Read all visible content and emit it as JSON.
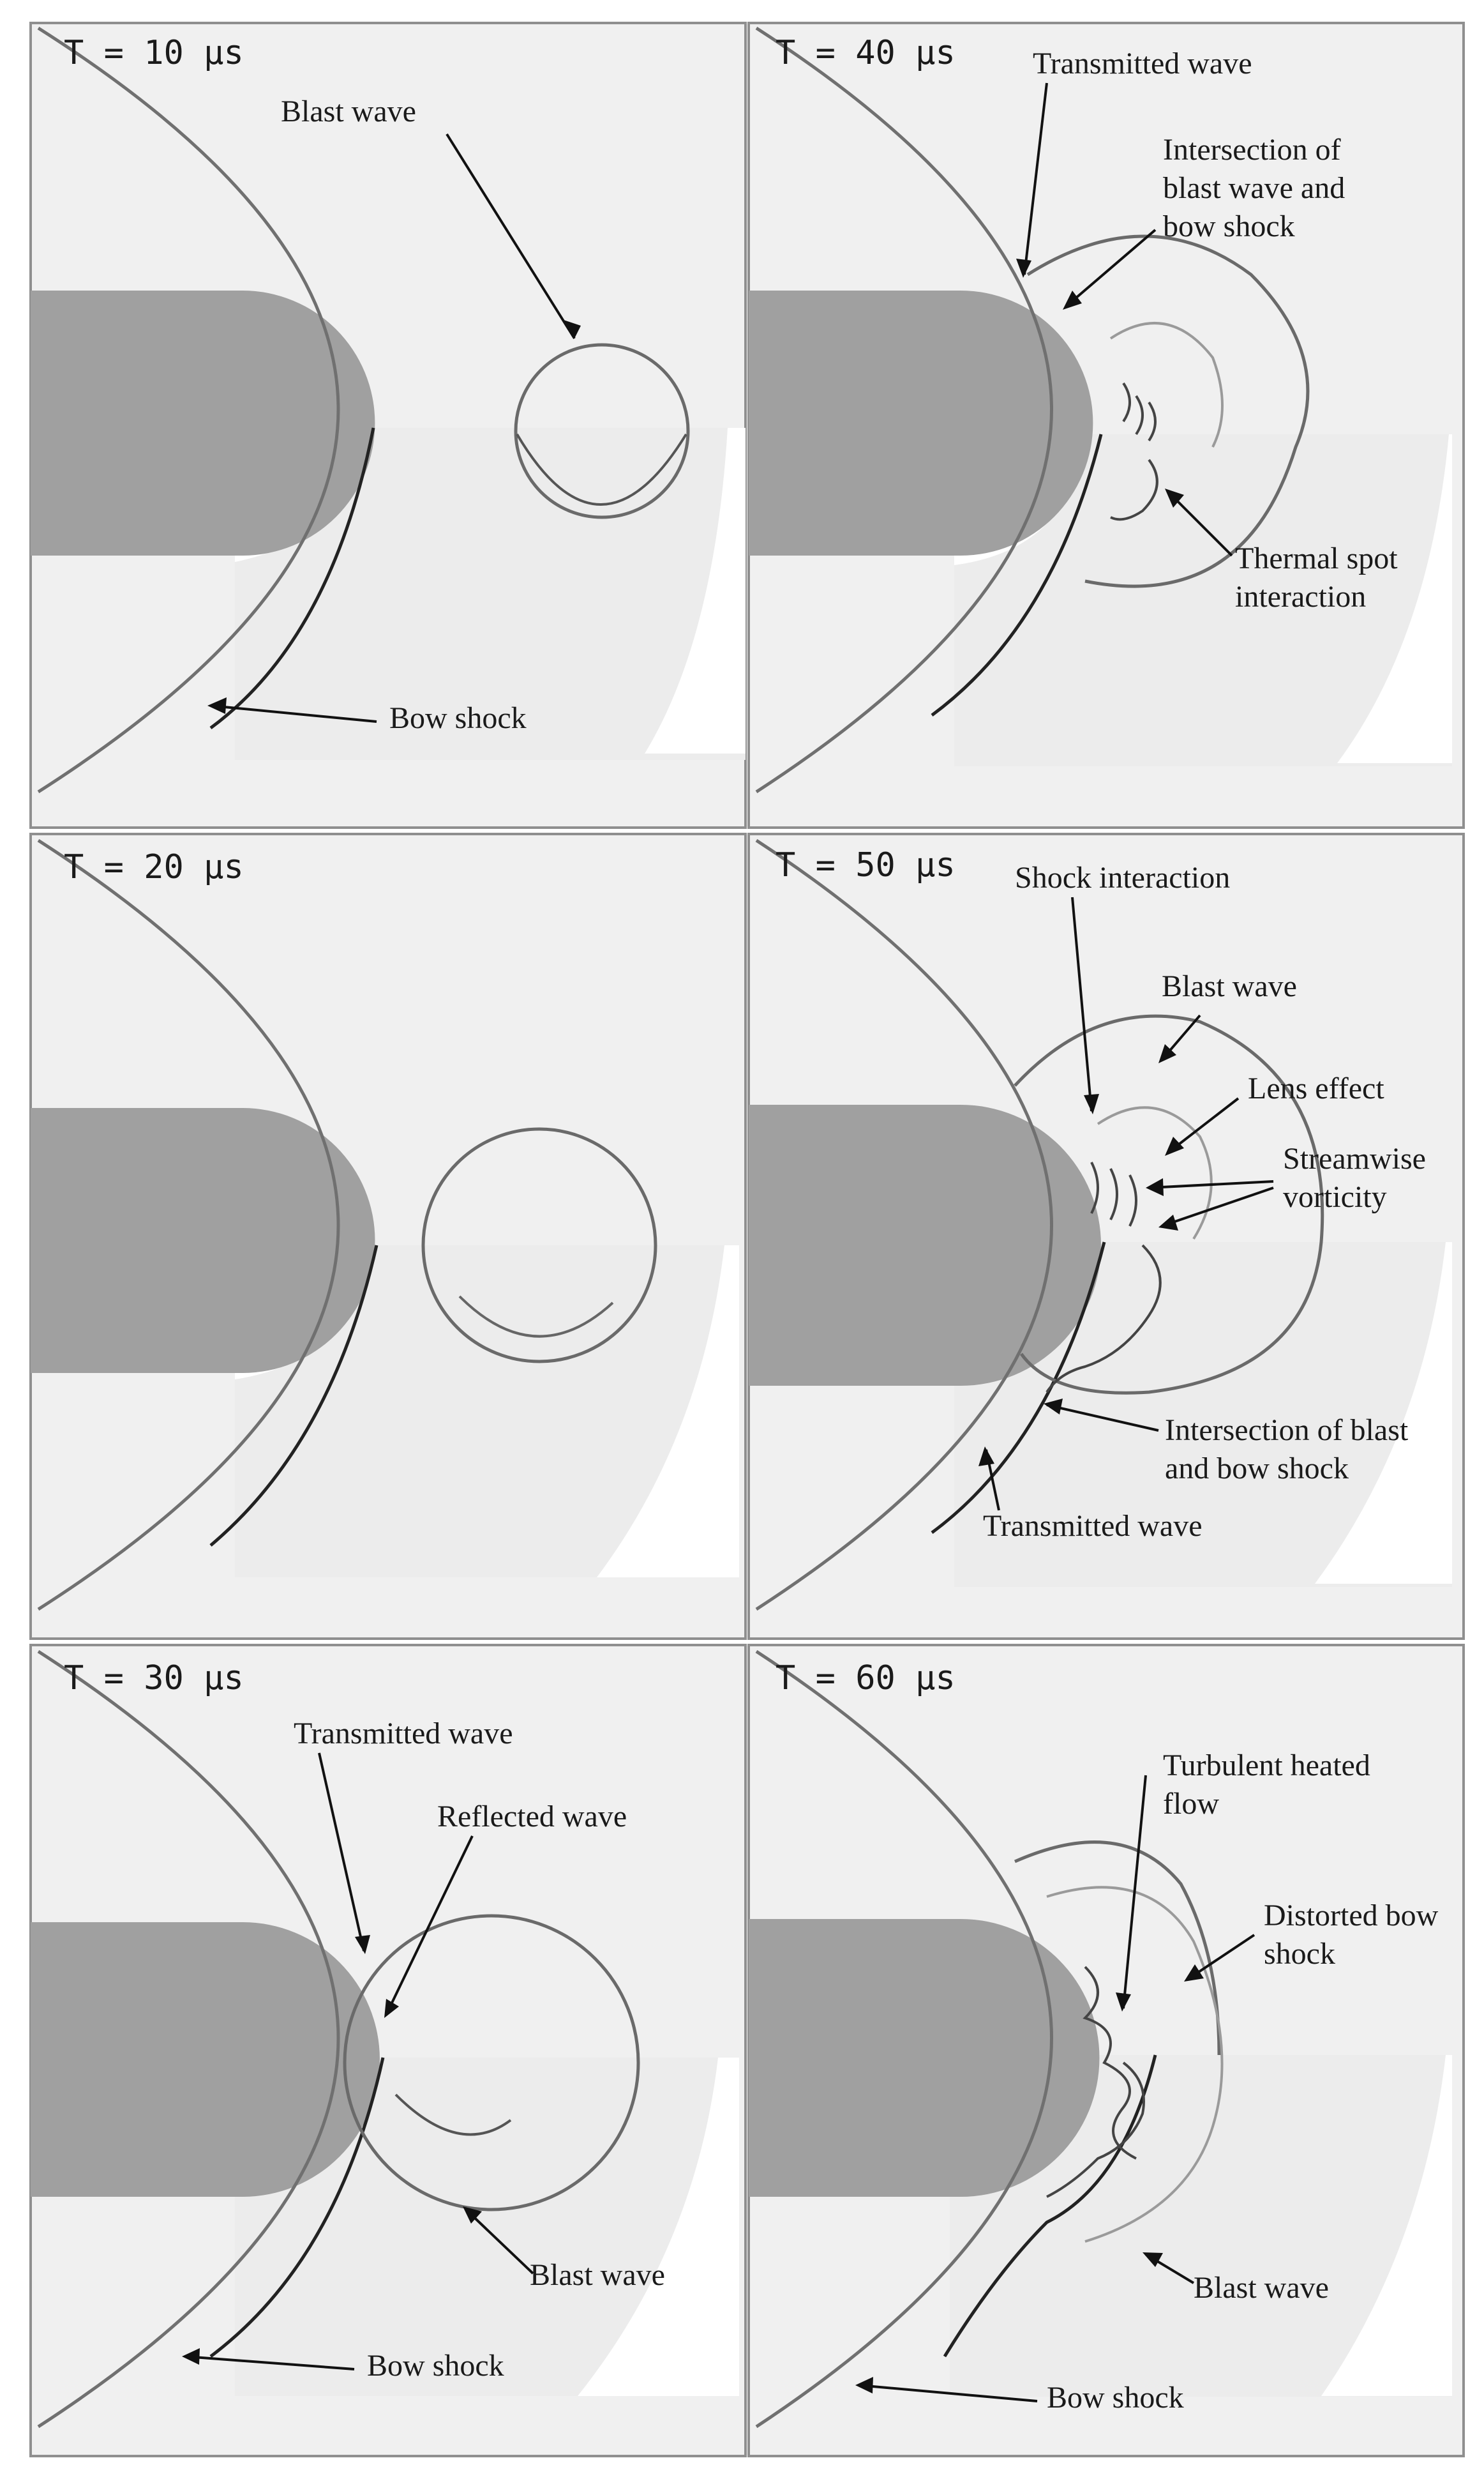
{
  "panels": [
    {
      "id": "t10",
      "time": "T = 10 µs",
      "labels": [
        "Blast wave",
        "Bow shock"
      ]
    },
    {
      "id": "t40",
      "time": "T = 40 µs",
      "labels": [
        "Transmitted wave",
        "Intersection of",
        "blast wave and",
        "bow shock",
        "Thermal spot",
        "interaction"
      ]
    },
    {
      "id": "t20",
      "time": "T = 20 µs",
      "labels": []
    },
    {
      "id": "t50",
      "time": "T = 50 µs",
      "labels": [
        "Shock interaction",
        "Blast wave",
        "Lens effect",
        "Streamwise",
        "vorticity",
        "Intersection of blast",
        "and bow shock",
        "Transmitted wave"
      ]
    },
    {
      "id": "t30",
      "time": "T = 30 µs",
      "labels": [
        "Transmitted wave",
        "Reflected wave",
        "Blast wave",
        "Bow shock"
      ]
    },
    {
      "id": "t60",
      "time": "T = 60 µs",
      "labels": [
        "Turbulent heated",
        "flow",
        "Distorted bow",
        "shock",
        "Blast wave",
        "Bow shock"
      ]
    }
  ],
  "colors": {
    "body": "#a0a0a0",
    "background": "#f0f0f0",
    "frame": "#8f8f8f"
  }
}
